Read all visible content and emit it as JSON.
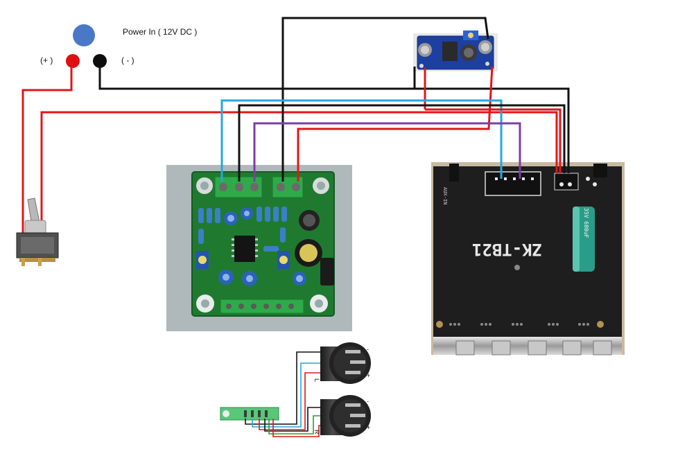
{
  "labels": {
    "power_in": "Power In ( 12V DC )",
    "plus": "(+ )",
    "minus": "( - )",
    "amp_model": "ZK-TB21",
    "amp_aux": "AUX-IN",
    "cap_rating": "35V 680uF",
    "xlr_left": "L",
    "xlr_right": "R",
    "pin_plus": "+",
    "pin_minus": "-"
  },
  "colors": {
    "wire_red": "#e0161a",
    "wire_black": "#111111",
    "wire_blue": "#26a6e0",
    "wire_purple": "#7a3da6",
    "wire_green": "#2a9a3c",
    "terminal_red": "#e01010",
    "terminal_black": "#0d0d0d",
    "power_dot": "#4a78c8",
    "pcb_green": "#1f7a2f",
    "amp_board": "#202020",
    "buck_board": "#1d3fa0"
  },
  "icons": {
    "power_dot": "power-indicator-icon",
    "switch": "toggle-switch-icon",
    "xlr": "xlr-connector-icon"
  }
}
